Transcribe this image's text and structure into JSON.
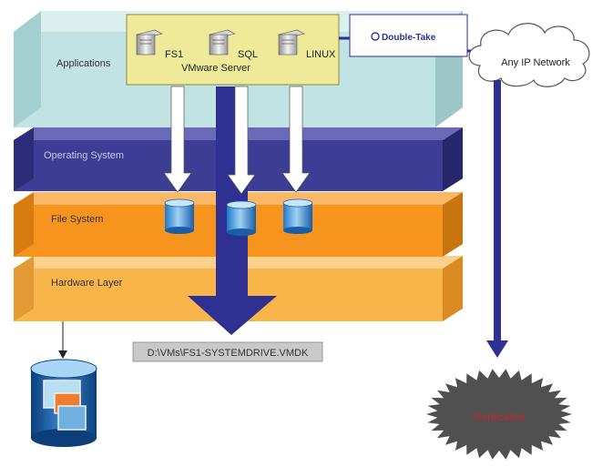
{
  "layers": {
    "applications": "Applications",
    "operating_system": "Operating System",
    "file_system": "File System",
    "hardware": "Hardware Layer"
  },
  "vmware": {
    "title": "VMware Server",
    "servers": [
      "FS1",
      "SQL",
      "LINUX"
    ]
  },
  "double_take": {
    "logo_text": "Double-Take"
  },
  "network": {
    "label": "Any IP Network"
  },
  "vmdk_path": "D:\\VMs\\FS1-SYSTEMDRIVE.VMDK",
  "replicated_label": "Replicated",
  "colors": {
    "applications_layer": "#c2e3e4",
    "os_layer": "#3d3d95",
    "file_system_layer": "#f7941d",
    "hardware_layer": "#f9b54a",
    "vmware_box": "#eeea9a",
    "replication_arrow": "#2e3192",
    "replicated_label": "#c1272d"
  }
}
